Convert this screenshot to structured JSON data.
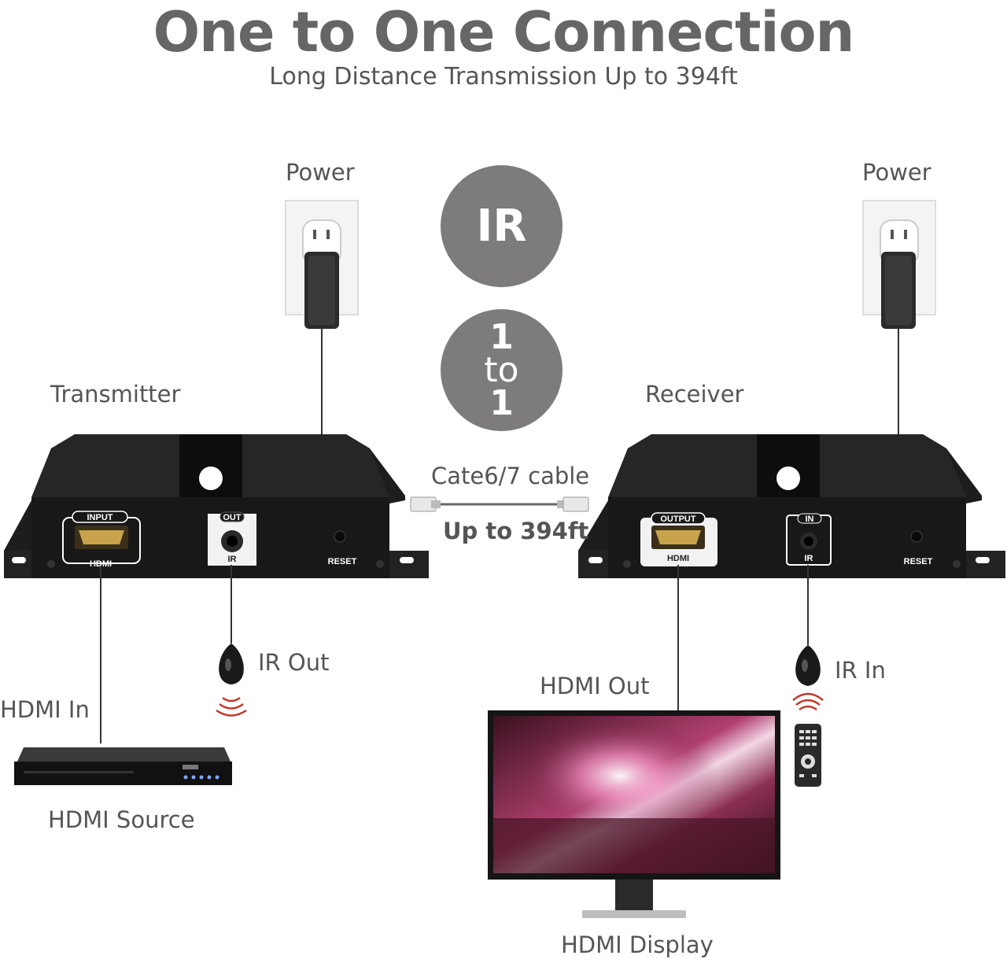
{
  "title": "One to One Connection",
  "subtitle": "Long Distance Transmission Up to 394ft",
  "power_left": "Power",
  "power_right": "Power",
  "badge_ir": "IR",
  "badge_1to1": [
    "1",
    "to",
    "1"
  ],
  "transmitter": {
    "label": "Transmitter",
    "hdmi_port_top": "INPUT",
    "hdmi_port_bottom": "HDMI",
    "ir_port_top": "OUT",
    "ir_port_bottom": "IR",
    "reset": "RESET"
  },
  "receiver": {
    "label": "Receiver",
    "hdmi_port_top": "OUTPUT",
    "hdmi_port_bottom": "HDMI",
    "ir_port_top": "IN",
    "ir_port_bottom": "IR",
    "reset": "RESET"
  },
  "cable_label": "Cate6/7 cable",
  "distance_label": "Up to 394ft",
  "ir_out_label": "IR Out",
  "ir_in_label": "IR In",
  "hdmi_in_label": "HDMI In",
  "hdmi_source_label": "HDMI Source",
  "hdmi_out_label": "HDMI Out",
  "hdmi_display_label": "HDMI Display",
  "colors": {
    "badge": "#7d7b7b",
    "device": "#1c1c1c",
    "signal": "#c0392b",
    "text": "#555555"
  }
}
